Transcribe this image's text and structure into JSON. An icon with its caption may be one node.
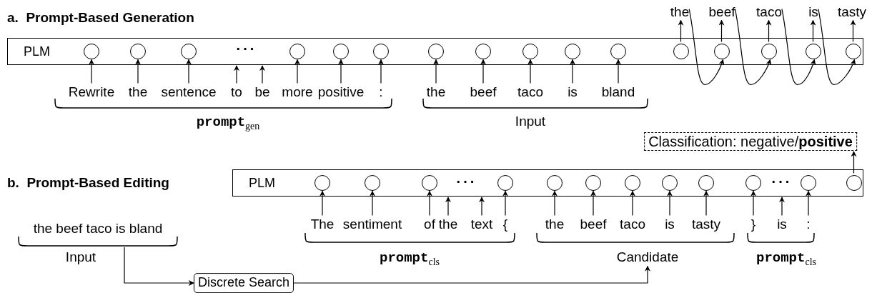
{
  "diagram": {
    "nodes": [
      {
        "text": [
          "PLM"
        ]
      },
      {
        "text": [],
        "shape": "circle",
        "in": 0
      },
      {
        "text": [],
        "shape": "circle",
        "in": 0
      },
      {
        "text": [],
        "shape": "circle",
        "in": 0
      },
      {
        "text": [],
        "shape": "circle",
        "in": 0
      },
      {
        "text": [],
        "shape": "circle",
        "in": 0
      },
      {
        "text": [],
        "shape": "circle",
        "in": 0
      },
      {
        "text": [],
        "shape": "circle",
        "in": 0
      },
      {
        "text": [],
        "shape": "circle",
        "in": 0
      },
      {
        "text": [],
        "shape": "circle",
        "in": 0
      },
      {
        "text": [],
        "shape": "circle",
        "in": 0
      },
      {
        "text": [],
        "shape": "circle",
        "in": 0
      },
      {
        "text": [],
        "shape": "circle",
        "in": 0
      },
      {
        "text": [],
        "shape": "circle",
        "in": 0
      },
      {
        "text": [],
        "shape": "circle",
        "in": 0
      },
      {
        "text": [],
        "shape": "circle",
        "in": 0
      },
      {
        "text": [],
        "shape": "circle",
        "in": 0
      },
      {
        "text": [
          "Rewrite"
        ]
      },
      {
        "text": [
          "the"
        ]
      },
      {
        "text": [
          "sentence"
        ]
      },
      {
        "text": [
          "to"
        ]
      },
      {
        "text": [
          "be"
        ]
      },
      {
        "text": [
          "more"
        ]
      },
      {
        "text": [
          "positive"
        ]
      },
      {
        "text": [
          ":"
        ]
      },
      {
        "text": [
          "the"
        ]
      },
      {
        "text": [
          "beef"
        ]
      },
      {
        "text": [
          "taco"
        ]
      },
      {
        "text": [
          "is"
        ]
      },
      {
        "text": [
          "bland"
        ]
      },
      {
        "text": [
          "the"
        ]
      },
      {
        "text": [
          "beef"
        ]
      },
      {
        "text": [
          "taco"
        ]
      },
      {
        "text": [
          "is"
        ]
      },
      {
        "text": [
          "tasty"
        ]
      },
      {
        "text": [
          "Classification: negative/**positive**"
        ]
      },
      {
        "text": [
          "PLM"
        ]
      },
      {
        "text": [],
        "shape": "circle",
        "in": 36
      },
      {
        "text": [],
        "shape": "circle",
        "in": 36
      },
      {
        "text": [],
        "shape": "circle",
        "in": 36
      },
      {
        "text": [],
        "shape": "circle",
        "in": 36
      },
      {
        "text": [],
        "shape": "circle",
        "in": 36
      },
      {
        "text": [],
        "shape": "circle",
        "in": 36
      },
      {
        "text": [],
        "shape": "circle",
        "in": 36
      },
      {
        "text": [],
        "shape": "circle",
        "in": 36
      },
      {
        "text": [],
        "shape": "circle",
        "in": 36
      },
      {
        "text": [],
        "shape": "circle",
        "in": 36
      },
      {
        "text": [],
        "shape": "circle",
        "in": 36
      },
      {
        "text": [],
        "shape": "circle",
        "in": 36
      },
      {
        "text": [
          "The"
        ]
      },
      {
        "text": [
          "sentiment"
        ]
      },
      {
        "text": [
          "of"
        ]
      },
      {
        "text": [
          "the"
        ]
      },
      {
        "text": [
          "text"
        ]
      },
      {
        "text": [
          "{"
        ]
      },
      {
        "text": [
          "the"
        ]
      },
      {
        "text": [
          "beef"
        ]
      },
      {
        "text": [
          "taco"
        ]
      },
      {
        "text": [
          "is"
        ]
      },
      {
        "text": [
          "tasty"
        ]
      },
      {
        "text": [
          "}"
        ]
      },
      {
        "text": [
          "is"
        ]
      },
      {
        "text": [
          ":"
        ]
      },
      {
        "text": [
          "the beef taco is bland"
        ],
        "beside": [
          "Input"
        ]
      },
      {
        "text": [
          "Candidate"
        ]
      },
      {
        "text": [
          "Discrete Search"
        ]
      }
    ],
    "edges": [
      {
        "from": 17,
        "to": 1,
        "arrow": "to"
      },
      {
        "from": 18,
        "to": 2,
        "arrow": "to"
      },
      {
        "from": 19,
        "to": 3,
        "arrow": "to"
      },
      {
        "from": 20,
        "to": 0,
        "arrow": "to"
      },
      {
        "from": 21,
        "to": 0,
        "arrow": "to"
      },
      {
        "from": 22,
        "to": 4,
        "arrow": "to"
      },
      {
        "from": 23,
        "to": 5,
        "arrow": "to"
      },
      {
        "from": 24,
        "to": 6,
        "arrow": "to"
      },
      {
        "from": 25,
        "to": 7,
        "arrow": "to"
      },
      {
        "from": 26,
        "to": 8,
        "arrow": "to"
      },
      {
        "from": 27,
        "to": 9,
        "arrow": "to"
      },
      {
        "from": 28,
        "to": 10,
        "arrow": "to"
      },
      {
        "from": 29,
        "to": 11,
        "arrow": "to"
      },
      {
        "from": 12,
        "to": 30,
        "arrow": "to"
      },
      {
        "from": 13,
        "to": 31,
        "arrow": "to"
      },
      {
        "from": 14,
        "to": 32,
        "arrow": "to"
      },
      {
        "from": 15,
        "to": 33,
        "arrow": "to"
      },
      {
        "from": 16,
        "to": 34,
        "arrow": "to"
      },
      {
        "from": 30,
        "to": 13,
        "arrow": "to"
      },
      {
        "from": 31,
        "to": 14,
        "arrow": "to"
      },
      {
        "from": 32,
        "to": 15,
        "arrow": "to"
      },
      {
        "from": 33,
        "to": 16,
        "arrow": "to"
      },
      {
        "from": 48,
        "to": 35,
        "arrow": "to"
      },
      {
        "from": 49,
        "to": 37,
        "arrow": "to"
      },
      {
        "from": 50,
        "to": 38,
        "arrow": "to"
      },
      {
        "from": 51,
        "to": 39,
        "arrow": "to"
      },
      {
        "from": 52,
        "to": 36,
        "arrow": "to"
      },
      {
        "from": 53,
        "to": 36,
        "arrow": "to"
      },
      {
        "from": 54,
        "to": 40,
        "arrow": "to"
      },
      {
        "from": 55,
        "to": 41,
        "arrow": "to"
      },
      {
        "from": 56,
        "to": 42,
        "arrow": "to"
      },
      {
        "from": 57,
        "to": 43,
        "arrow": "to"
      },
      {
        "from": 58,
        "to": 44,
        "arrow": "to"
      },
      {
        "from": 59,
        "to": 45,
        "arrow": "to"
      },
      {
        "from": 60,
        "to": 46,
        "arrow": "to"
      },
      {
        "from": 61,
        "to": 36,
        "arrow": "to"
      },
      {
        "from": 62,
        "to": 47,
        "arrow": "to"
      },
      {
        "from": 63,
        "to": 65,
        "arrow": "to"
      },
      {
        "from": 65,
        "to": 64,
        "arrow": "to"
      }
    ],
    "labels": [
      "a.  Prompt-Based Generation",
      "···",
      "**prompt**$_{gen}$",
      "Input",
      "b.  Prompt-Based Editing",
      "···",
      "···",
      "**prompt**$_{cls}$",
      "**prompt**$_{cls}$"
    ]
  }
}
